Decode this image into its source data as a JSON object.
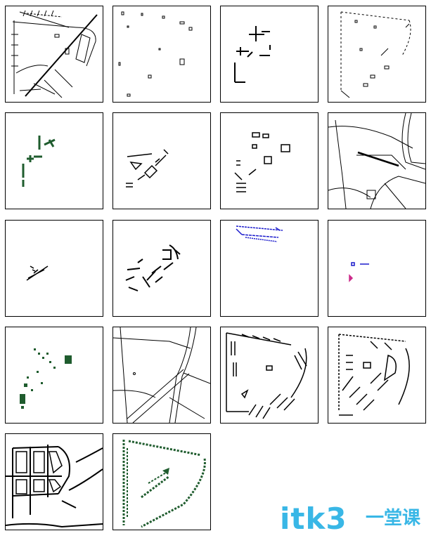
{
  "watermark": {
    "text": "itk3",
    "suffix": "一堂课"
  },
  "colors": {
    "line": "#000000",
    "green": "#1f5c2e",
    "blue": "#1a1acc",
    "magenta": "#cc2b8a",
    "watermark": "#39b7e6"
  },
  "layers": [
    {
      "id": 1,
      "content": "site-outline-full",
      "color": "#000000"
    },
    {
      "id": 2,
      "content": "scattered-small-marks",
      "color": "#000000"
    },
    {
      "id": 3,
      "content": "cross-symbols",
      "color": "#000000"
    },
    {
      "id": 4,
      "content": "dashed-triangle-outline",
      "color": "#000000"
    },
    {
      "id": 5,
      "content": "green-cross-symbols",
      "color": "#1f5c2e"
    },
    {
      "id": 6,
      "content": "building-fragments",
      "color": "#000000"
    },
    {
      "id": 7,
      "content": "small-buildings",
      "color": "#000000"
    },
    {
      "id": 8,
      "content": "road-network",
      "color": "#000000"
    },
    {
      "id": 9,
      "content": "diagonal-strip",
      "color": "#000000"
    },
    {
      "id": 10,
      "content": "curved-buildings",
      "color": "#000000"
    },
    {
      "id": 11,
      "content": "blue-text-strip",
      "color": "#1a1acc"
    },
    {
      "id": 12,
      "content": "two-small-symbols",
      "color": "#cc2b8a"
    },
    {
      "id": 13,
      "content": "green-dots",
      "color": "#1f5c2e"
    },
    {
      "id": 14,
      "content": "road-network-2",
      "color": "#000000"
    },
    {
      "id": 15,
      "content": "site-buildings",
      "color": "#000000"
    },
    {
      "id": 16,
      "content": "site-detail",
      "color": "#000000"
    },
    {
      "id": 17,
      "content": "block-layout",
      "color": "#000000"
    },
    {
      "id": 18,
      "content": "green-trees",
      "color": "#1f5c2e"
    }
  ]
}
